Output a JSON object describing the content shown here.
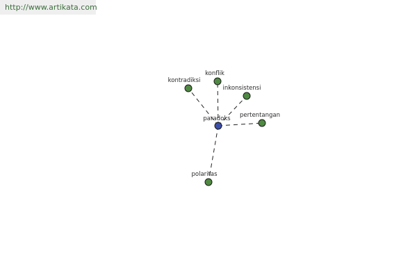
{
  "watermark": {
    "url": "http://www.artikata.com"
  },
  "graph": {
    "center": {
      "label": "paradoks",
      "color": "#3c4fa8"
    },
    "leaf_color": "#4f8a42",
    "leaves": [
      {
        "label": "kontradiksi"
      },
      {
        "label": "konflik"
      },
      {
        "label": "inkonsistensi"
      },
      {
        "label": "pertentangan"
      },
      {
        "label": "polaritas"
      }
    ]
  }
}
